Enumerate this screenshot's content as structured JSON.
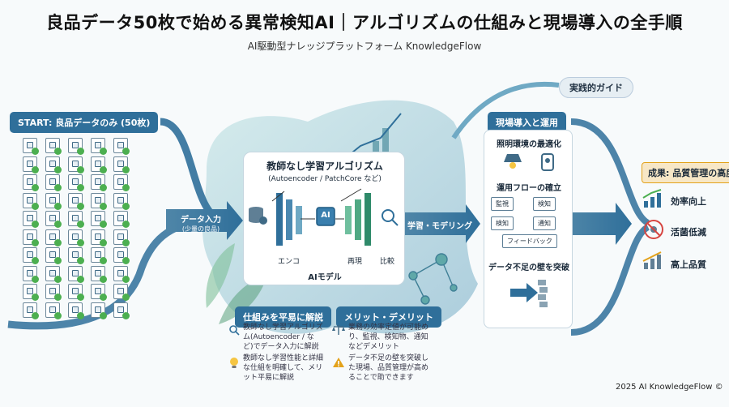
{
  "title": "良品データ50枚で始める異常検知AI｜アルゴリズムの仕組みと現場導入の全手順",
  "subtitle": "AI駆動型ナレッジプラットフォーム KnowledgeFlow",
  "start": {
    "label": "START: 良品データのみ (50枚)",
    "count": 50
  },
  "input_arrow": {
    "label": "データ入力",
    "sub": "(少量の良品)"
  },
  "ai_panel": {
    "title": "教師なし学習アルゴリズム",
    "sub": "(Autoencoder / PatchCore など)",
    "chip": "AI",
    "encoder": "エンコ",
    "recon": "再現",
    "compare": "比較",
    "model": "AIモデル"
  },
  "learning_arrow": {
    "label": "学習・モデリング"
  },
  "guide_tag": "実践的ガイド",
  "field": {
    "header": "現場導入と運用",
    "lighting": "照明環境の最適化",
    "flow_title": "運用フローの確立",
    "flow": {
      "monitor": "監視",
      "detect": "検知",
      "inspect": "検知",
      "notify": "通知",
      "feedback": "フィードバック"
    },
    "shortage": "データ不足の壁を突破"
  },
  "results": {
    "header": "成果: 品質管理の高度化",
    "items": [
      {
        "label": "効率向上",
        "icon": "growth-chart-icon"
      },
      {
        "label": "活菌低減",
        "icon": "no-bacteria-icon"
      },
      {
        "label": "高上品質",
        "icon": "quality-chart-icon"
      }
    ]
  },
  "mechanism": {
    "header": "仕組みを平易に解説",
    "item1": "教師なし学習アルゴリズム(Autoencoder / など)でデータ入力に解説",
    "item2": "教師なし学習性能と詳細な仕組を明確して、メリット平易に解説"
  },
  "merits": {
    "header": "メリット・デメリット",
    "item1": "業務の効率定値が可能めり、監視、検知物、通知などデメリット",
    "item2": "データ不足の壁を突破した現場、品質管理が高めることで助できます"
  },
  "footer": "2025 AI KnowledgeFlow ©",
  "colors": {
    "primary": "#2f6f9a",
    "accent": "#4caf50",
    "teal": "#5fa8a8",
    "alert": "#e3a21a"
  }
}
